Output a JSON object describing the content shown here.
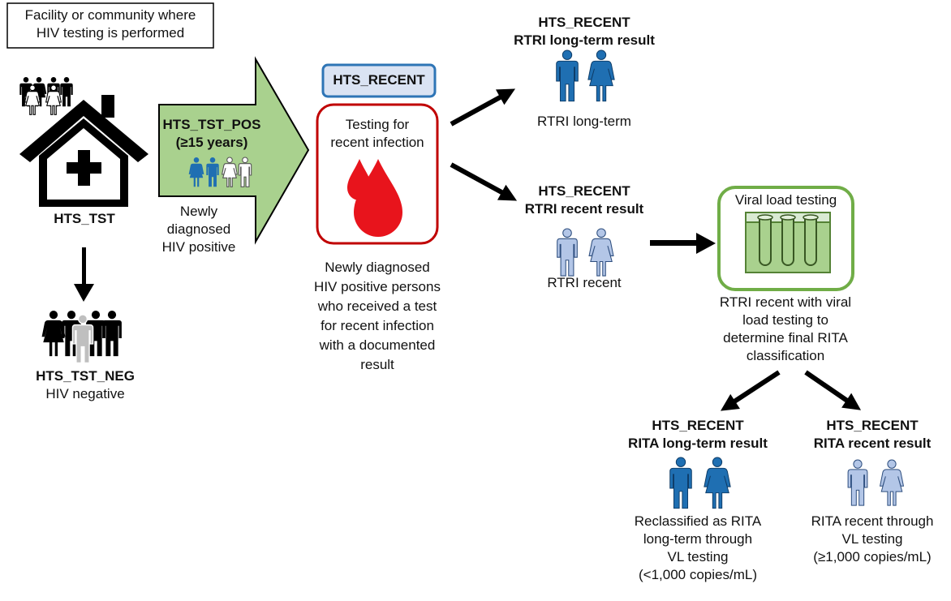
{
  "facility_box": {
    "line1": "Facility or community where",
    "line2": "HIV testing is performed"
  },
  "hts_tst": {
    "label": "HTS_TST"
  },
  "hts_tst_neg": {
    "label": "HTS_TST_NEG",
    "caption": "HIV negative"
  },
  "hts_tst_pos": {
    "label": "HTS_TST_POS",
    "age": "(≥15 years)",
    "caption_lines": [
      "Newly",
      "diagnosed",
      "HIV positive"
    ]
  },
  "hts_recent": {
    "label": "HTS_RECENT",
    "test_lines": [
      "Testing for",
      "recent infection"
    ],
    "caption_lines": [
      "Newly diagnosed",
      "HIV positive persons",
      "who received a test",
      "for recent infection",
      "with a documented",
      "result"
    ]
  },
  "rtri_long": {
    "title1": "HTS_RECENT",
    "title2": "RTRI long-term result",
    "caption": "RTRI long-term"
  },
  "rtri_recent": {
    "title1": "HTS_RECENT",
    "title2": "RTRI recent result",
    "caption": "RTRI recent"
  },
  "viral_load": {
    "label": "Viral load testing",
    "caption_lines": [
      "RTRI recent with viral",
      "load testing to",
      "determine final RITA",
      "classification"
    ]
  },
  "rita_long": {
    "title1": "HTS_RECENT",
    "title2": "RITA long-term result",
    "caption_lines": [
      "Reclassified as RITA",
      "long-term through",
      "VL testing",
      "(<1,000 copies/mL)"
    ]
  },
  "rita_recent": {
    "title1": "HTS_RECENT",
    "title2": "RITA recent result",
    "caption_lines": [
      "RITA recent through",
      "VL testing",
      "(≥1,000 copies/mL)"
    ]
  },
  "colors": {
    "dark_blue": "#1f6fb2",
    "light_blue": "#b3c6e7",
    "green_fill": "#a9d18e",
    "green_border": "#70ad47",
    "red_border": "#c00000",
    "blood_red": "#e8141c",
    "recent_box_fill": "#dae3f3",
    "recent_box_border": "#2e75b6"
  }
}
